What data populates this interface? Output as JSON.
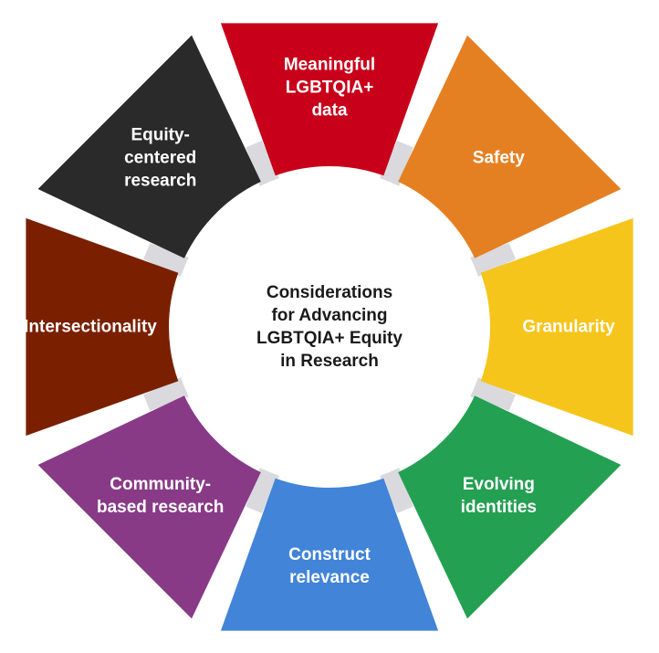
{
  "center": {
    "title": "Considerations\nfor Advancing\nLGBTQIA+ Equity\nin Research"
  },
  "segments": [
    {
      "label": "Meaningful\nLGBTQIA+\ndata",
      "color": "#c8001a"
    },
    {
      "label": "Safety",
      "color": "#e58022"
    },
    {
      "label": "Granularity",
      "color": "#f5c51b"
    },
    {
      "label": "Evolving\nidentities",
      "color": "#24a052"
    },
    {
      "label": "Construct\nrelevance",
      "color": "#4184d8"
    },
    {
      "label": "Community-\nbased research",
      "color": "#883a87"
    },
    {
      "label": "Intersectionality",
      "color": "#7a2000"
    },
    {
      "label": "Equity-\ncentered\nresearch",
      "color": "#2a2a2a"
    }
  ],
  "colors": {
    "gap": "#d9d9de",
    "background": "#ffffff"
  }
}
